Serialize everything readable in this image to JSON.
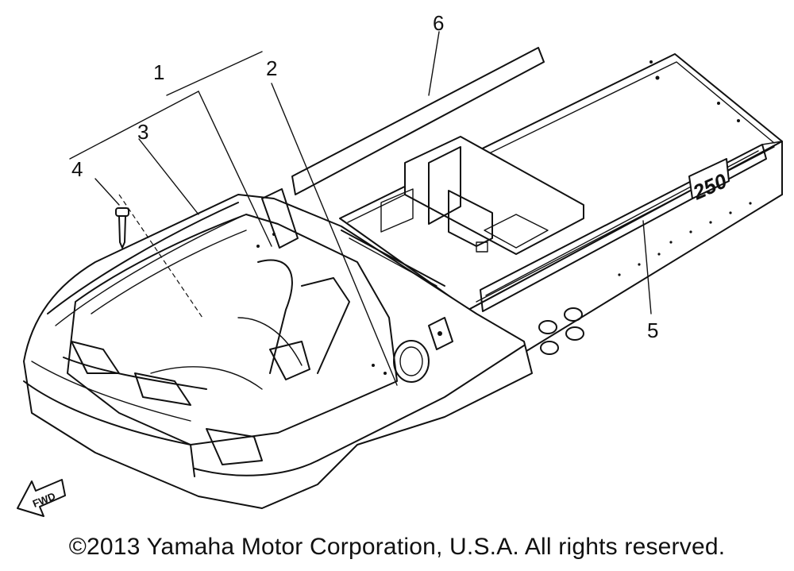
{
  "diagram": {
    "callouts": [
      "1",
      "2",
      "3",
      "4",
      "5",
      "6"
    ],
    "model_badge": "250",
    "direction_label": "FWD"
  },
  "copyright": "©2013 Yamaha Motor Corporation, U.S.A. All rights reserved."
}
